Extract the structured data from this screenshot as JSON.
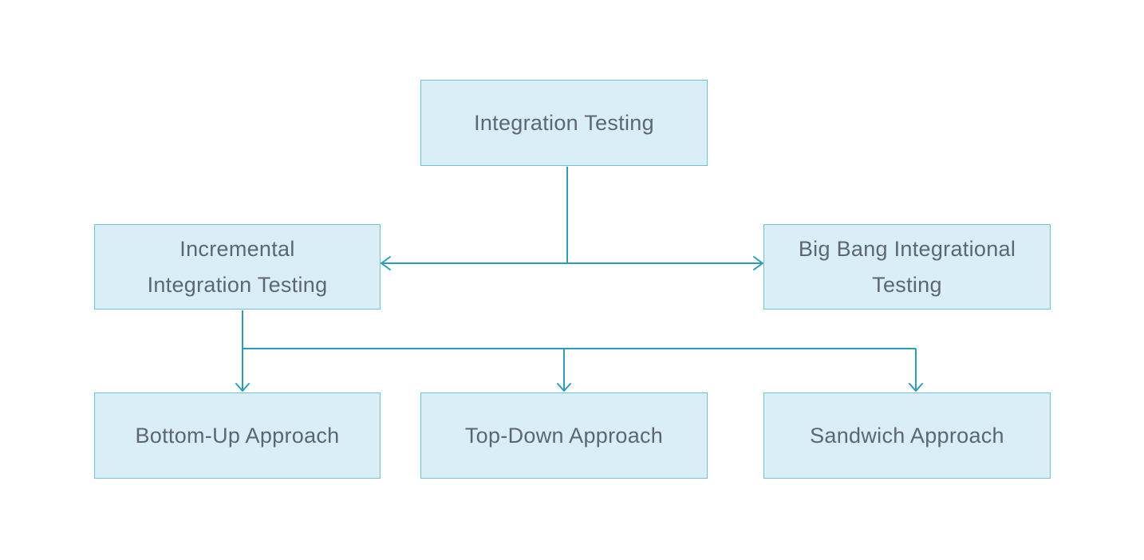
{
  "diagram": {
    "colors": {
      "background": "#ffffff",
      "node_fill": "#d9eef7",
      "node_border": "#6ec3d7",
      "connector": "#2d9cba",
      "text": "#5d6772"
    },
    "nodes": [
      {
        "id": "integration-testing",
        "label": "Integration Testing"
      },
      {
        "id": "incremental-integration-testing",
        "label": "Incremental\nIntegration Testing"
      },
      {
        "id": "big-bang-integrational-testing",
        "label": "Big Bang Integrational\nTesting"
      },
      {
        "id": "bottom-up-approach",
        "label": "Bottom-Up Approach"
      },
      {
        "id": "top-down-approach",
        "label": "Top-Down Approach"
      },
      {
        "id": "sandwich-approach",
        "label": "Sandwich Approach"
      }
    ],
    "edges": [
      {
        "from": "integration-testing",
        "to": "incremental-integration-testing"
      },
      {
        "from": "integration-testing",
        "to": "big-bang-integrational-testing"
      },
      {
        "from": "incremental-integration-testing",
        "to": "bottom-up-approach"
      },
      {
        "from": "incremental-integration-testing",
        "to": "top-down-approach"
      },
      {
        "from": "incremental-integration-testing",
        "to": "sandwich-approach"
      }
    ]
  }
}
